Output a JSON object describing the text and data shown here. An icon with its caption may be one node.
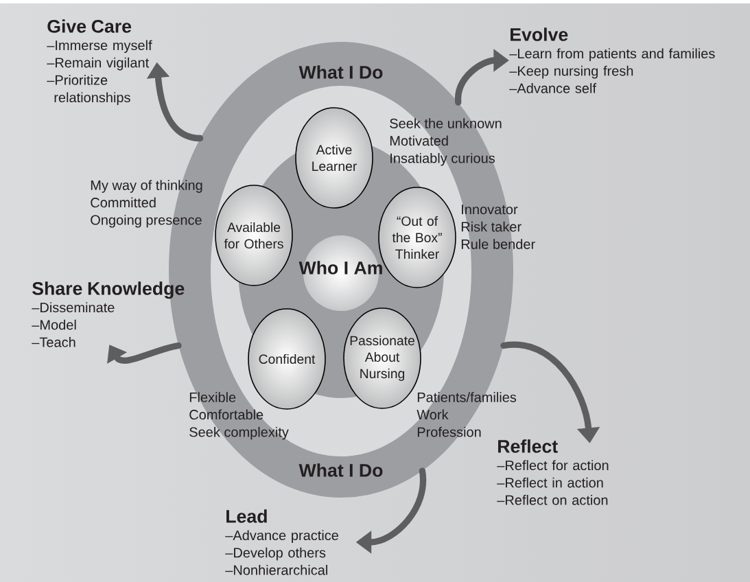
{
  "diagram": {
    "nodes": [
      {
        "text": [
          "What I Do",
          "What I Do"
        ]
      },
      {
        "text": [
          "Who I Am"
        ],
        "in": 0
      },
      {
        "text": [
          "Active Learner"
        ],
        "in": 0,
        "beside": [
          "Seek the unknown",
          "Motivated",
          "Insatiably curious"
        ]
      },
      {
        "text": [
          "Available for Others"
        ],
        "in": 0,
        "beside": [
          "My way of thinking",
          "Committed",
          "Ongoing presence"
        ]
      },
      {
        "text": [
          "“Out of the Box” Thinker"
        ],
        "in": 0,
        "beside": [
          "Innovator",
          "Risk taker",
          "Rule bender"
        ]
      },
      {
        "text": [
          "Confident"
        ],
        "in": 0,
        "beside": [
          "Flexible",
          "Comfortable",
          "Seek complexity"
        ]
      },
      {
        "text": [
          "Passionate About Nursing"
        ],
        "in": 0,
        "beside": [
          "Patients/families",
          "Work",
          "Profession"
        ]
      },
      {
        "text": [
          "Give Care",
          "–Immerse myself",
          "–Remain vigilant",
          "–Prioritize relationships"
        ]
      },
      {
        "text": [
          "Evolve",
          "–Learn from patients and families",
          "–Keep nursing fresh",
          "–Advance self"
        ]
      },
      {
        "text": [
          "Share Knowledge",
          "–Disseminate",
          "–Model",
          "–Teach"
        ]
      },
      {
        "text": [
          "Reflect",
          "–Reflect for action",
          "–Reflect in action",
          "–Reflect on action"
        ]
      },
      {
        "text": [
          "Lead",
          "–Advance practice",
          "–Develop others",
          "–Nonhierarchical"
        ]
      }
    ],
    "edges": [
      {
        "from": 0,
        "to": 7,
        "arrow": "to"
      },
      {
        "from": 0,
        "to": 8,
        "arrow": "to"
      },
      {
        "from": 0,
        "to": 9,
        "arrow": "to"
      },
      {
        "from": 0,
        "to": 10,
        "arrow": "to"
      },
      {
        "from": 0,
        "to": 11,
        "arrow": "to"
      }
    ]
  }
}
